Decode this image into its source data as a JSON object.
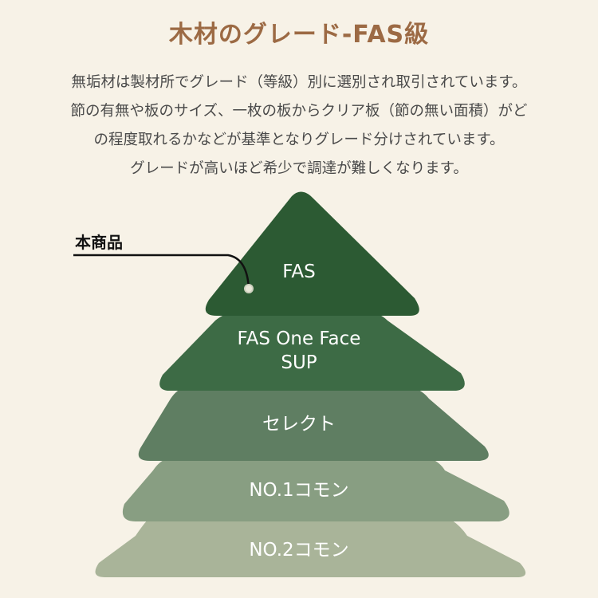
{
  "title": "木材のグレード-FAS級",
  "description": [
    "無垢材は製材所でグレード（等級）別に選別され取引されています。",
    "節の有無や板のサイズ、一枚の板からクリア板（節の無い面積）がど",
    "の程度取れるかなどが基準となりグレード分けされています。",
    "グレードが高いほど希少で調達が難しくなります。"
  ],
  "callout": "本商品",
  "tiers": [
    {
      "line1": "FAS",
      "line2": "",
      "color": "#2c5a33"
    },
    {
      "line1": "FAS One Face",
      "line2": "SUP",
      "color": "#3d6b45"
    },
    {
      "line1": "セレクト",
      "line2": "",
      "color": "#5f7e62"
    },
    {
      "line1": "NO.1コモン",
      "line2": "",
      "color": "#889e82"
    },
    {
      "line1": "NO.2コモン",
      "line2": "",
      "color": "#a9b499"
    }
  ]
}
